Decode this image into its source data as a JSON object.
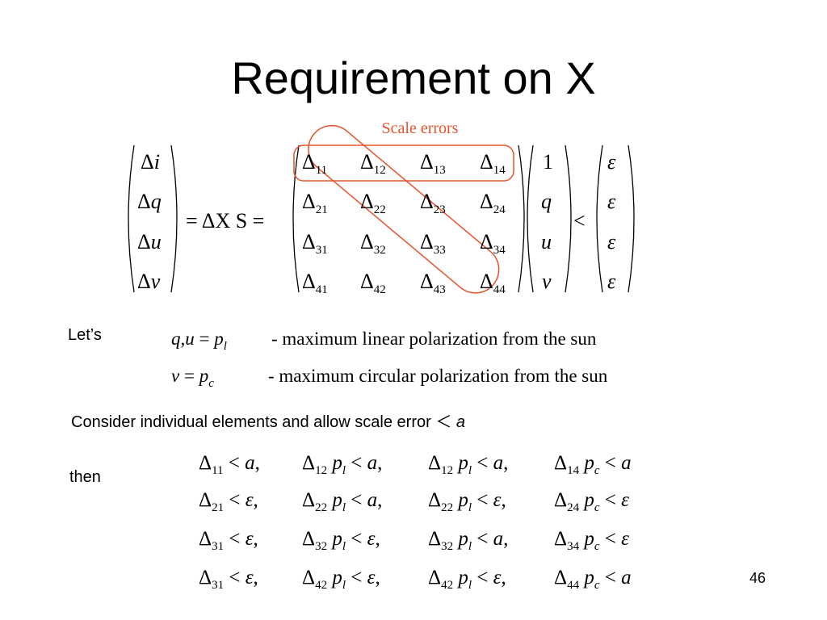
{
  "slide": {
    "title": "Requirement on X",
    "scale_errors_label": "Scale errors",
    "page_number": "46"
  },
  "equation": {
    "lhs": [
      "Δi",
      "Δq",
      "Δu",
      "Δv"
    ],
    "operator": "= ΔX S =",
    "matrix": [
      [
        "Δ11",
        "Δ12",
        "Δ13",
        "Δ14"
      ],
      [
        "Δ21",
        "Δ22",
        "Δ23",
        "Δ24"
      ],
      [
        "Δ31",
        "Δ32",
        "Δ33",
        "Δ34"
      ],
      [
        "Δ41",
        "Δ42",
        "Δ43",
        "Δ44"
      ]
    ],
    "vector": [
      "1",
      "q",
      "u",
      "v"
    ],
    "less_than": "<",
    "rhs": [
      "ε",
      "ε",
      "ε",
      "ε"
    ]
  },
  "definitions": {
    "lets_label": "Let’s",
    "lines": [
      {
        "expr": "q,u = p_l",
        "text": "-  maximum linear polarization from the sun"
      },
      {
        "expr": "v = p_c",
        "text": "-  maximum circular polarization from the sun"
      }
    ]
  },
  "consider": {
    "text": "Consider individual elements and allow  scale error ＜",
    "var": "a"
  },
  "then_label": "then",
  "conditions": [
    [
      "Δ11 < a,",
      "Δ12 p_l < a,",
      "Δ12 p_l < a,",
      "Δ14 p_c < a"
    ],
    [
      "Δ21 < ε,",
      "Δ22 p_l < a,",
      "Δ22 p_l < ε,",
      "Δ24 p_c < ε"
    ],
    [
      "Δ31 < ε,",
      "Δ32 p_l < ε,",
      "Δ32 p_l < a,",
      "Δ34 p_c < ε"
    ],
    [
      "Δ31 < ε,",
      "Δ42 p_l < ε,",
      "Δ42 p_l < ε,",
      "Δ44 p_c < a"
    ]
  ],
  "colors": {
    "highlight": "#e8542b",
    "text": "#000000"
  }
}
